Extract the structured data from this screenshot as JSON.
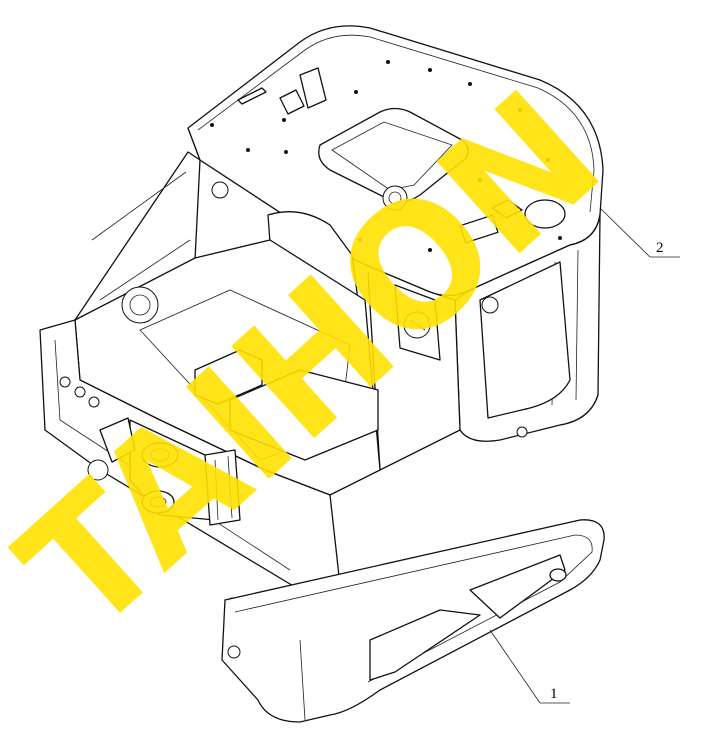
{
  "watermark": {
    "text": "TAIHON",
    "color": "#ffe100"
  },
  "callouts": [
    {
      "id": "1",
      "label": "1"
    },
    {
      "id": "2",
      "label": "2"
    }
  ]
}
